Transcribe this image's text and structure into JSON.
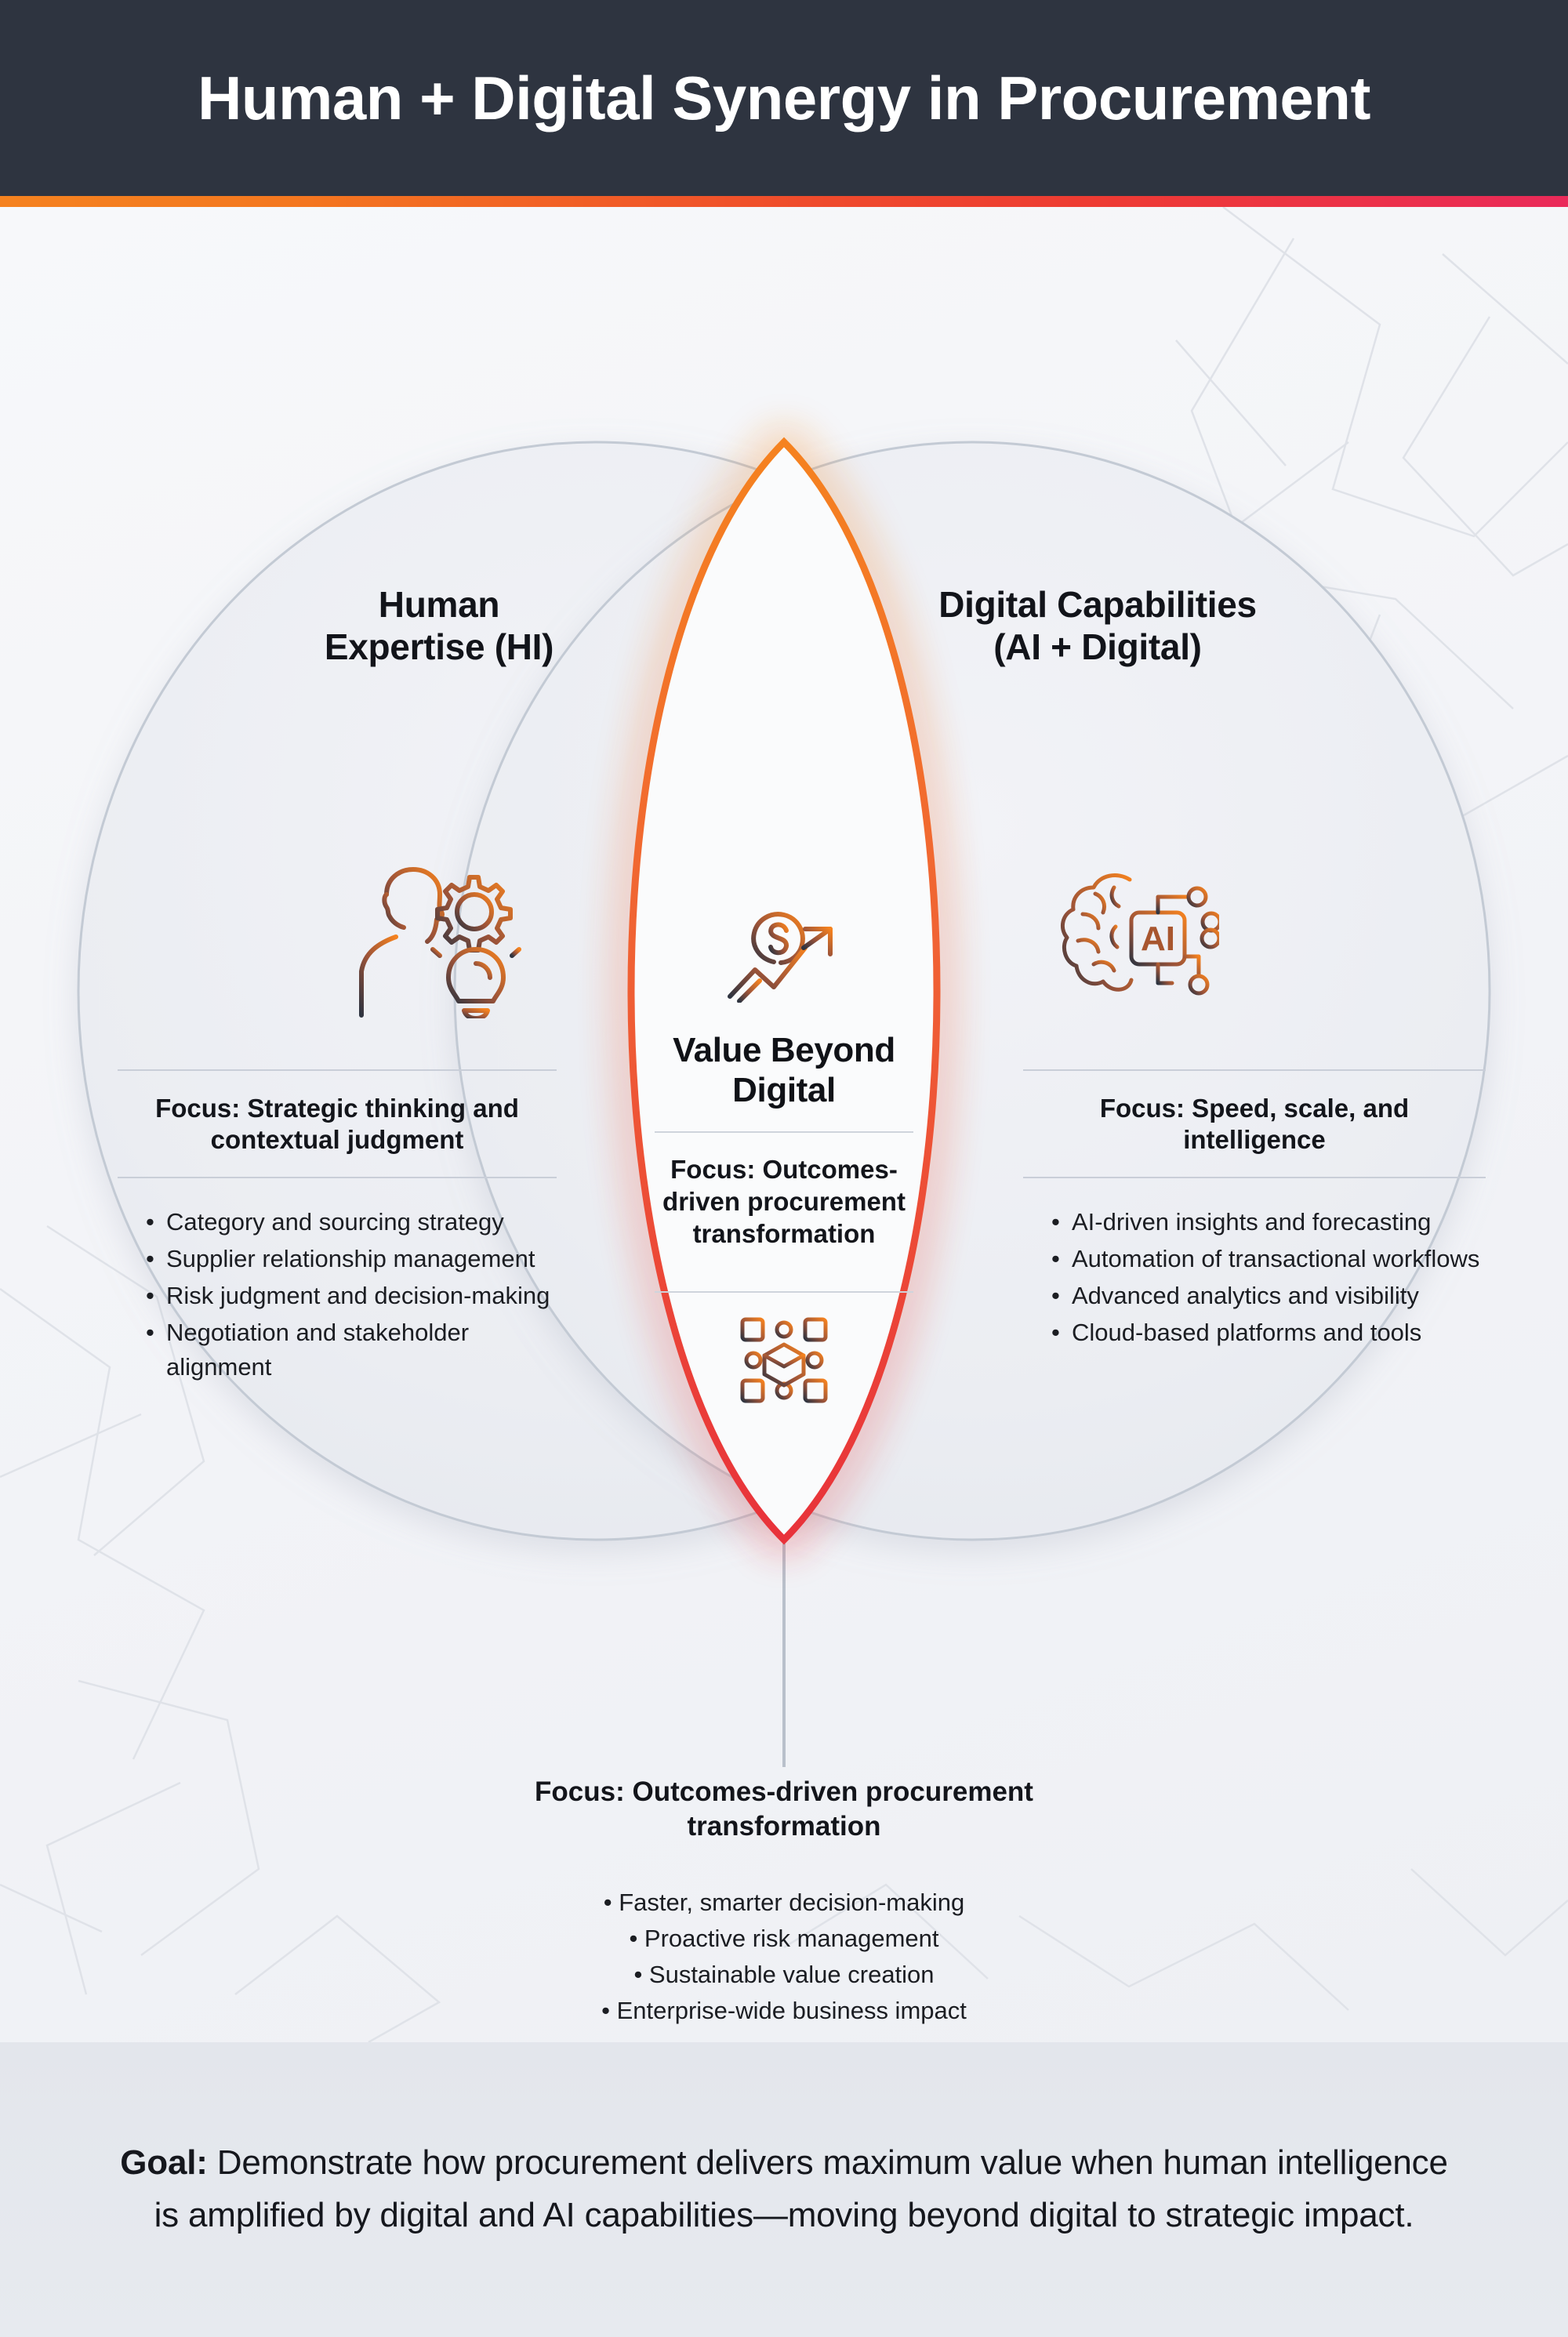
{
  "header": {
    "title": "Human + Digital Synergy in Procurement",
    "accent_gradient": [
      "#f5821f",
      "#ee3b33",
      "#ea2a5a"
    ],
    "background": "#2e3440"
  },
  "venn": {
    "left": {
      "label": "Human\nExpertise (HI)",
      "label_line1": "Human",
      "label_line2": "Expertise (HI)",
      "icon": "person-gear-lightbulb-icon",
      "focus": "Focus: Strategic thinking and contextual judgment",
      "bullets": [
        "Category and sourcing strategy",
        "Supplier relationship management",
        "Risk judgment and decision-making",
        "Negotiation and stakeholder alignment"
      ]
    },
    "right": {
      "label_line1": "Digital Capabilities",
      "label_line2": "(AI + Digital)",
      "icon": "ai-brain-circuit-icon",
      "focus": "Focus: Speed, scale, and intelligence",
      "bullets": [
        "AI-driven insights and forecasting",
        "Automation of transactional workflows",
        "Advanced analytics and visibility",
        "Cloud-based platforms and tools"
      ]
    },
    "center": {
      "icon_top": "dollar-growth-arrow-icon",
      "title_line1": "Value Beyond",
      "title_line2": "Digital",
      "focus": "Focus: Outcomes-driven procurement transformation",
      "icon_bottom": "network-cube-icon",
      "outline_gradient": [
        "#f5821f",
        "#ee3b33",
        "#e8323a"
      ]
    }
  },
  "outcome": {
    "focus": "Focus: Outcomes-driven procurement transformation",
    "bullets": [
      "Faster, smarter decision-making",
      "Proactive risk management",
      "Sustainable value creation",
      "Enterprise-wide business impact"
    ]
  },
  "footer": {
    "label": "Goal:",
    "text": " Demonstrate how procurement delivers maximum value when human intelligence is amplified by digital and AI capabilities—moving beyond digital to strategic impact.",
    "background": "#e4e7ec"
  }
}
